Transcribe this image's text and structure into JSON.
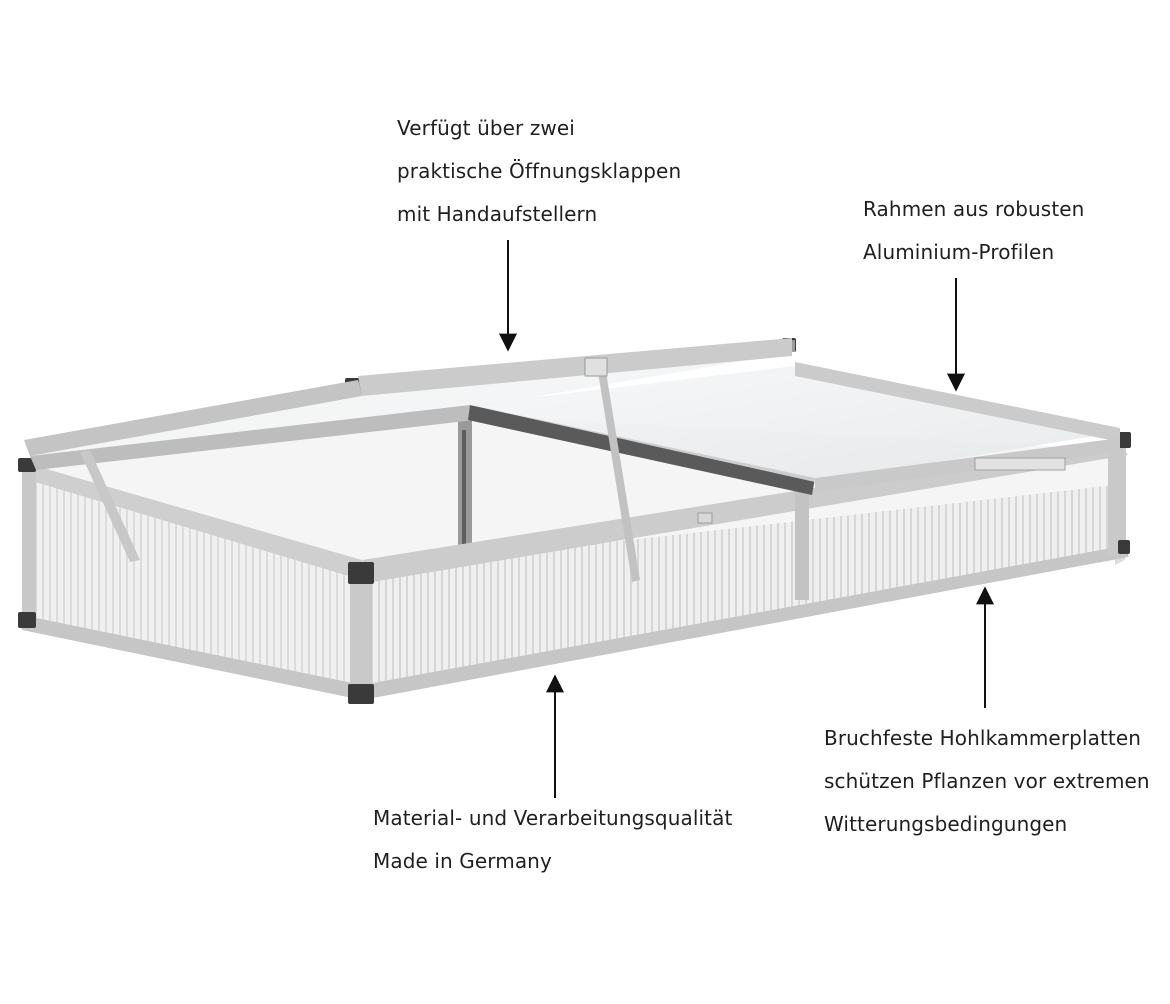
{
  "callouts": {
    "flaps": {
      "lines": [
        "Verfügt über zwei",
        "praktische Öffnungsklappen",
        "mit Handaufstellern"
      ]
    },
    "frame": {
      "lines": [
        "Rahmen aus robusten",
        "Aluminium-Profilen"
      ]
    },
    "panels": {
      "lines": [
        "Bruchfeste Hohlkammerplatten",
        "schützen Pflanzen vor extremen",
        "Witterungsbedingungen"
      ]
    },
    "quality": {
      "lines": [
        "Material- und Verarbeitungsqualität",
        "Made in Germany"
      ]
    }
  },
  "colors": {
    "text": "#1f1f1f",
    "frame": "#c8c8c8",
    "corner": "#3a3a3a",
    "panel": "#eeeeee"
  },
  "product": {
    "icon": "cold-frame-illustration"
  }
}
